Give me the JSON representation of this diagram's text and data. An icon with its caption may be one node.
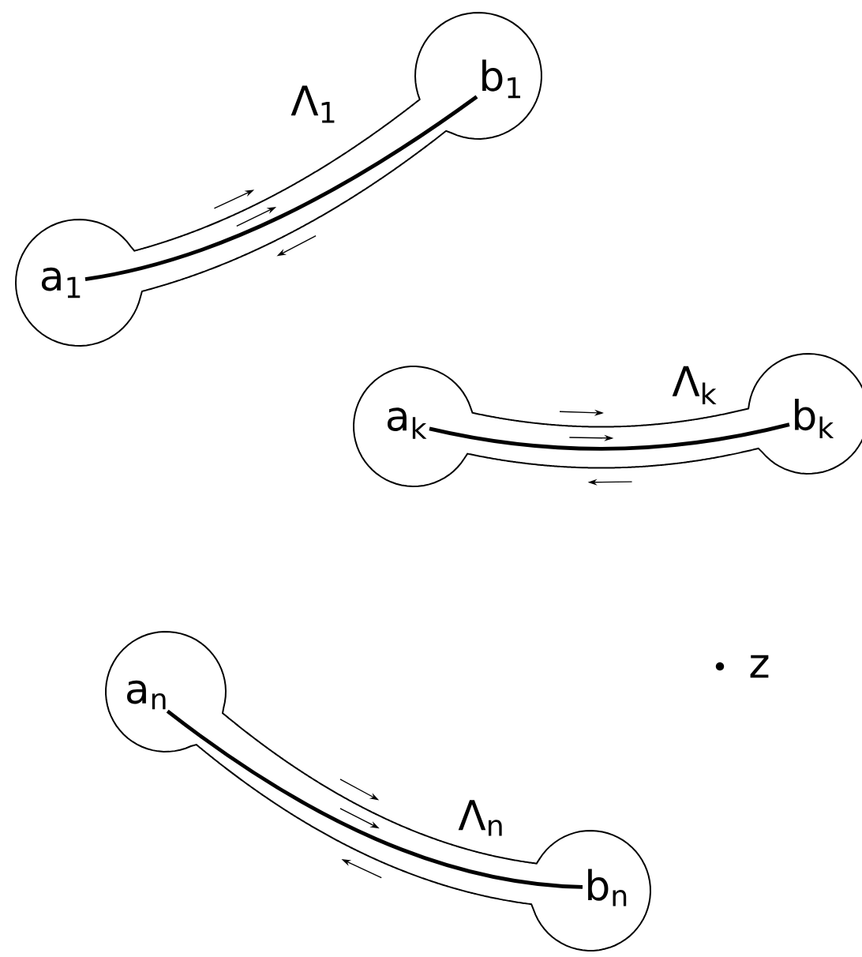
{
  "diagram": {
    "nodes": [
      {
        "text": [
          "a$_{1}$"
        ]
      },
      {
        "text": [
          "b$_{1}$"
        ]
      },
      {
        "text": [
          "a$_{k}$"
        ]
      },
      {
        "text": [
          "b$_{k}$"
        ]
      },
      {
        "text": [
          "a$_{n}$"
        ]
      },
      {
        "text": [
          "b$_{n}$"
        ]
      }
    ],
    "edges": [
      {
        "from": 0,
        "to": 1,
        "arrow": "none",
        "label": "Λ$_{1}$"
      },
      {
        "from": 2,
        "to": 3,
        "arrow": "none",
        "label": "Λ$_{k}$"
      },
      {
        "from": 4,
        "to": 5,
        "arrow": "none",
        "label": "Λ$_{n}$"
      }
    ],
    "labels": [
      "z"
    ]
  }
}
